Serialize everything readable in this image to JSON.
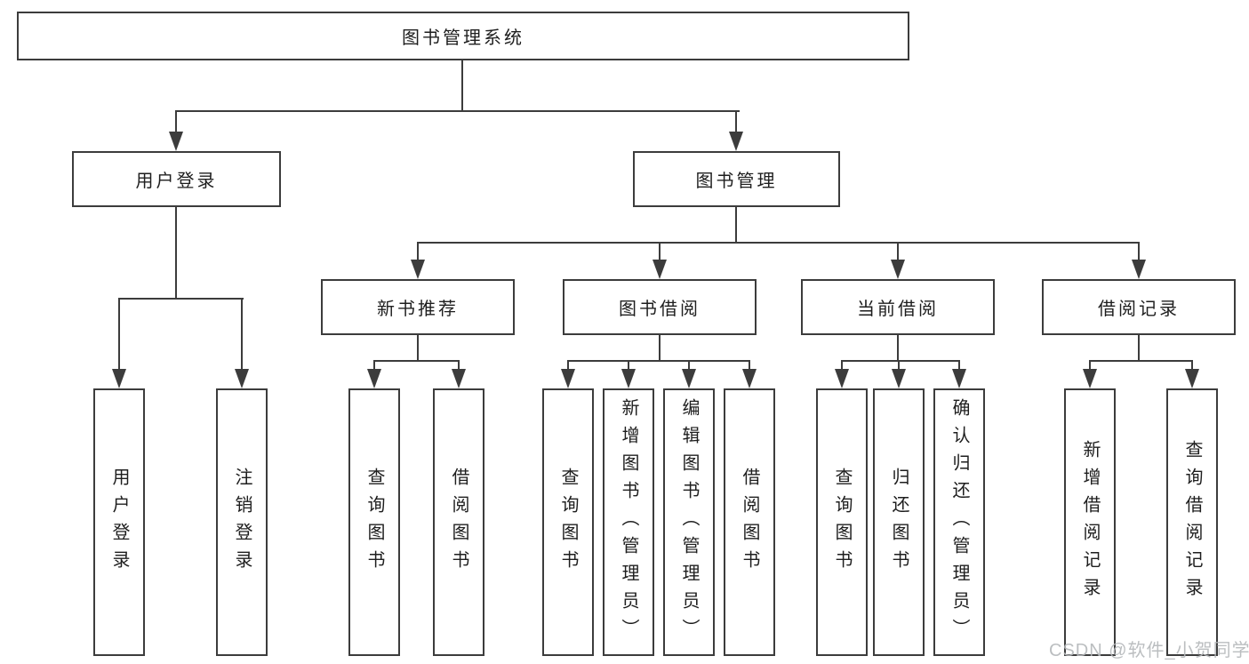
{
  "diagram": {
    "root": "图书管理系统",
    "level2": {
      "user_login": "用户登录",
      "book_management": "图书管理"
    },
    "level3": {
      "new_book_recommend": "新书推荐",
      "book_borrow": "图书借阅",
      "current_borrow": "当前借阅",
      "borrow_records": "借阅记录"
    },
    "leaves": {
      "user_login": "用户登录",
      "logout": "注销登录",
      "recommend_query_book": "查询图书",
      "recommend_borrow_book": "借阅图书",
      "borrow_query_book": "查询图书",
      "borrow_add_book": "新增图书（管理员）",
      "borrow_edit_book": "编辑图书（管理员）",
      "borrow_borrow_book": "借阅图书",
      "current_query_book": "查询图书",
      "current_return_book": "归还图书",
      "current_confirm_return": "确认归还（管理员）",
      "records_add_record": "新增借阅记录",
      "records_query_record": "查询借阅记录"
    },
    "structure": [
      {
        "parent": "图书管理系统",
        "children": [
          "用户登录",
          "图书管理"
        ]
      },
      {
        "parent": "用户登录",
        "children": [
          "用户登录",
          "注销登录"
        ]
      },
      {
        "parent": "图书管理",
        "children": [
          "新书推荐",
          "图书借阅",
          "当前借阅",
          "借阅记录"
        ]
      },
      {
        "parent": "新书推荐",
        "children": [
          "查询图书",
          "借阅图书"
        ]
      },
      {
        "parent": "图书借阅",
        "children": [
          "查询图书",
          "新增图书（管理员）",
          "编辑图书（管理员）",
          "借阅图书"
        ]
      },
      {
        "parent": "当前借阅",
        "children": [
          "查询图书",
          "归还图书",
          "确认归还（管理员）"
        ]
      },
      {
        "parent": "借阅记录",
        "children": [
          "新增借阅记录",
          "查询借阅记录"
        ]
      }
    ]
  },
  "watermark": "CSDN @软件_小贺同学",
  "colors": {
    "line": "#3c3c3c",
    "box_border": "#3c3c3c",
    "text": "#1e1e1e",
    "watermark": "#b4b7ba",
    "background": "#ffffff"
  }
}
